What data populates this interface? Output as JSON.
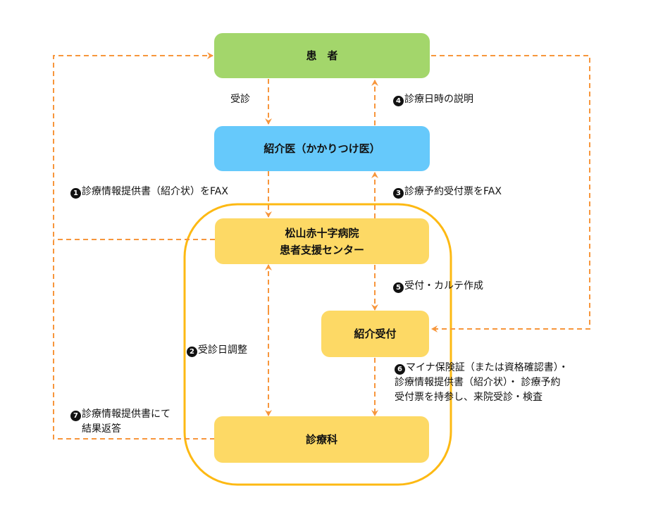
{
  "nodes": {
    "patient": "患　者",
    "referring_doctor": "紹介医（かかりつけ医）",
    "support_center_line1": "松山赤十字病院",
    "support_center_line2": "患者支援センター",
    "referral_reception": "紹介受付",
    "department": "診療科"
  },
  "labels": {
    "visit": "受診",
    "step1": {
      "num": "1",
      "text": "診療情報提供書（紹介状）をFAX"
    },
    "step2": {
      "num": "2",
      "text": "受診日調整"
    },
    "step3": {
      "num": "3",
      "text": "診療予約受付票をFAX"
    },
    "step4": {
      "num": "4",
      "text": "診療日時の説明"
    },
    "step5": {
      "num": "5",
      "text": "受付・カルテ作成"
    },
    "step6": {
      "num": "6",
      "line1": "マイナ保険証（または資格確認書）・",
      "line2": "診療情報提供書（紹介状）・ 診療予約",
      "line3": "受付票を持参し、来院受診・検査"
    },
    "step7": {
      "num": "7",
      "line1": "診療情報提供書にて",
      "line2": "結果返答"
    }
  },
  "colors": {
    "arrow": "#f7963c",
    "hospital_border": "#fdb913",
    "patient_box": "#a3d66b",
    "doctor_box": "#66c9fb",
    "hospital_box": "#fdd965"
  }
}
